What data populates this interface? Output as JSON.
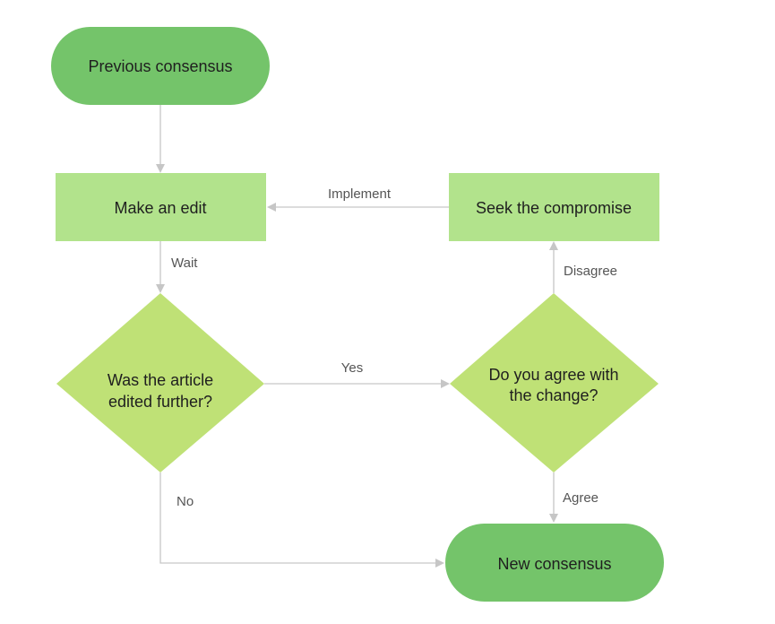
{
  "colors": {
    "terminator": "#74c46a",
    "process": "#b2e38c",
    "decision": "#bfe176",
    "connector": "#c6c6c6"
  },
  "nodes": {
    "previous_consensus": {
      "type": "terminator",
      "text": [
        "Previous consensus"
      ]
    },
    "make_edit": {
      "type": "process",
      "text": [
        "Make an edit"
      ]
    },
    "seek_compromise": {
      "type": "process",
      "text": [
        "Seek the compromise"
      ]
    },
    "edited_further": {
      "type": "decision",
      "text": [
        "Was the article",
        "edited further?"
      ]
    },
    "agree_change": {
      "type": "decision",
      "text": [
        "Do you agree with",
        "the change?"
      ]
    },
    "new_consensus": {
      "type": "terminator",
      "text": [
        "New consensus"
      ]
    }
  },
  "edges": [
    {
      "from": "previous_consensus",
      "to": "make_edit",
      "label": ""
    },
    {
      "from": "make_edit",
      "to": "edited_further",
      "label": "Wait"
    },
    {
      "from": "edited_further",
      "to": "agree_change",
      "label": "Yes"
    },
    {
      "from": "edited_further",
      "to": "new_consensus",
      "label": "No"
    },
    {
      "from": "agree_change",
      "to": "seek_compromise",
      "label": "Disagree"
    },
    {
      "from": "agree_change",
      "to": "new_consensus",
      "label": "Agree"
    },
    {
      "from": "seek_compromise",
      "to": "make_edit",
      "label": "Implement"
    }
  ]
}
